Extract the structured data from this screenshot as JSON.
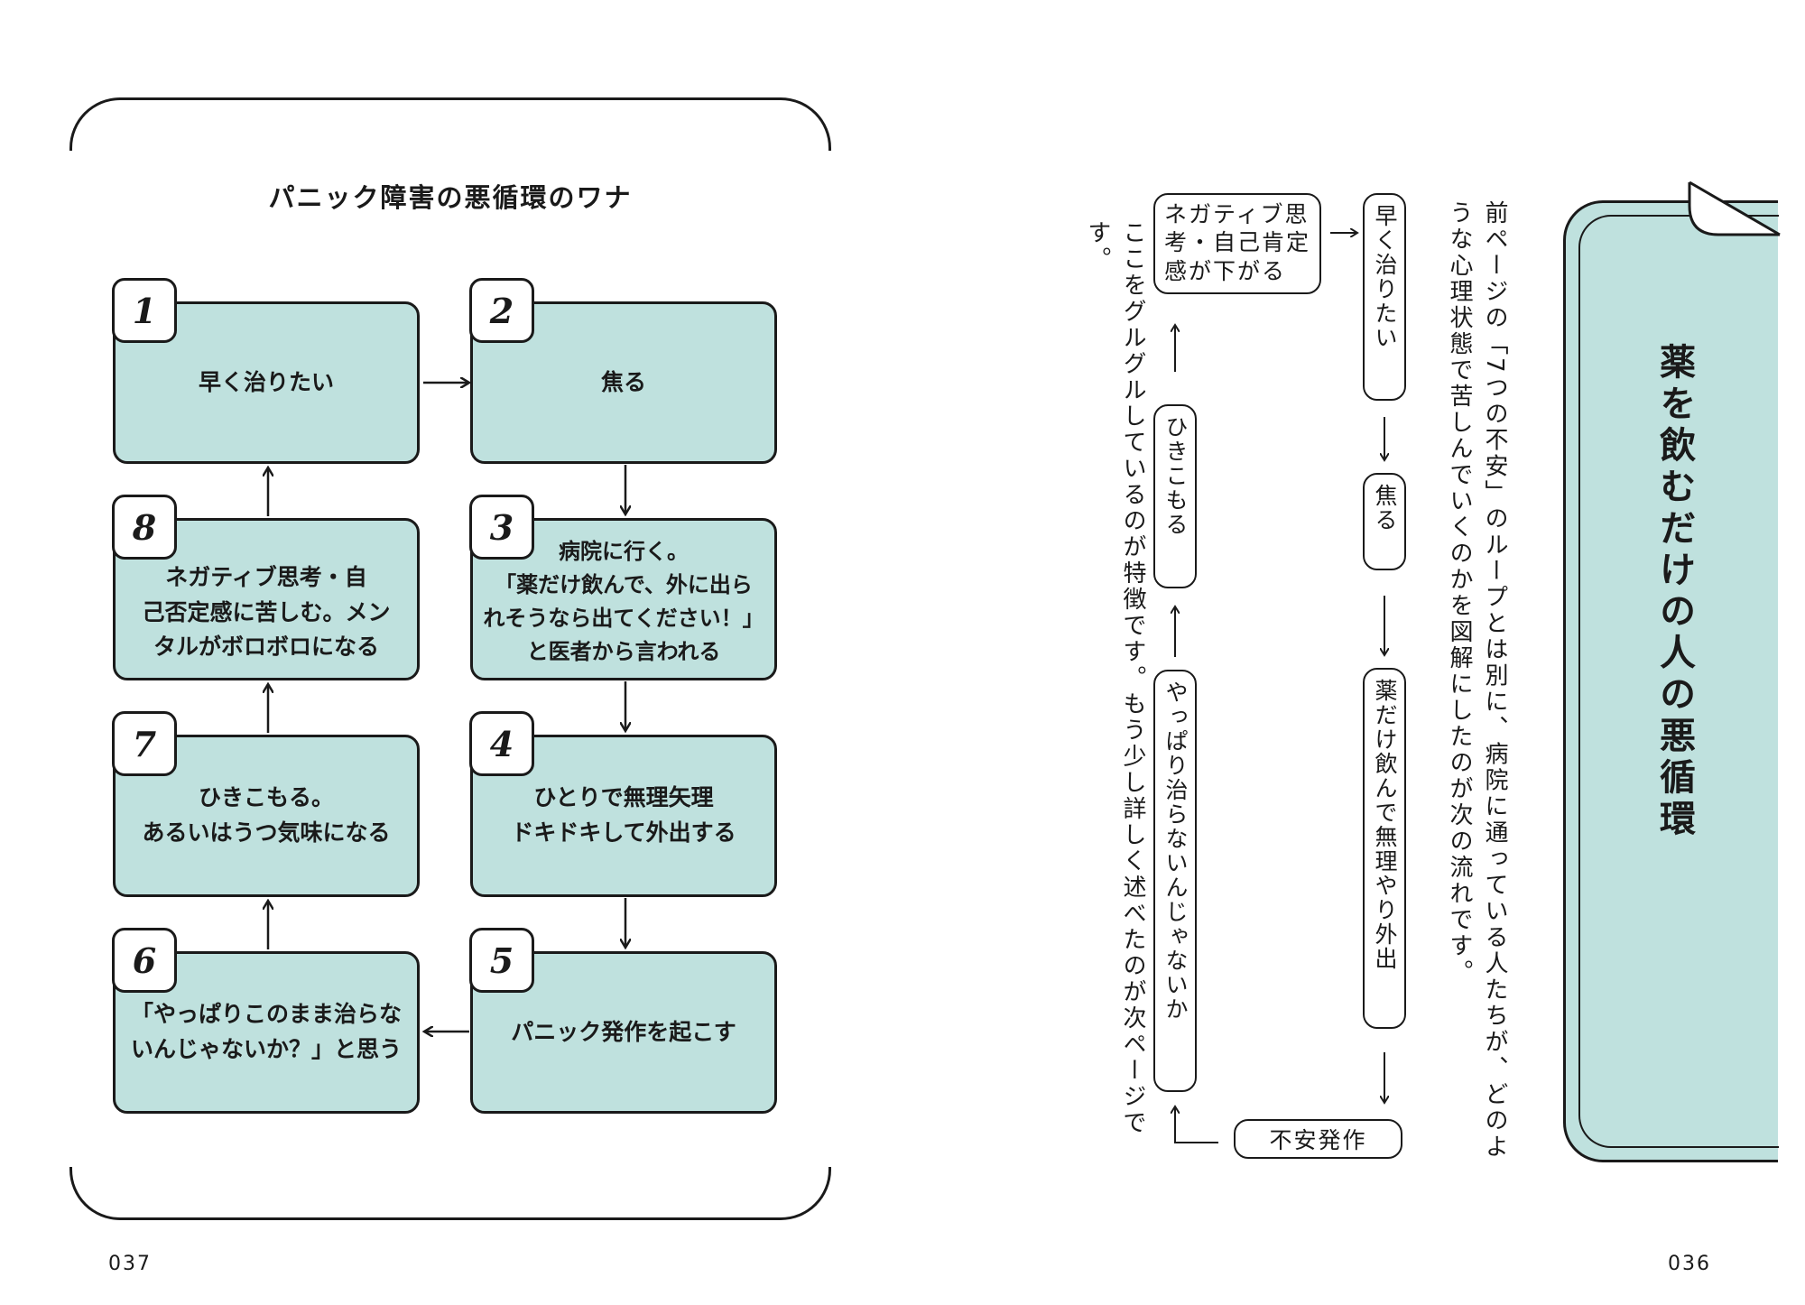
{
  "left_page": {
    "diagram_title": "パニック障害の悪循環のワナ",
    "steps": [
      {
        "num": "1",
        "text": "早く治りたい"
      },
      {
        "num": "2",
        "text": "焦る"
      },
      {
        "num": "3",
        "text": "病院に行く。\n「薬だけ飲んで、外に出ら\nれそうなら出てください！」\nと医者から言われる"
      },
      {
        "num": "4",
        "text": "ひとりで無理矢理\nドキドキして外出する"
      },
      {
        "num": "5",
        "text": "パニック発作を起こす"
      },
      {
        "num": "6",
        "text": "「やっぱりこのまま治らな\nいんじゃないか？」と思う"
      },
      {
        "num": "7",
        "text": "ひきこもる。\nあるいはうつ気味になる"
      },
      {
        "num": "8",
        "text": "ネガティブ思考・自\n己否定感に苦しむ。メン\nタルがボロボロになる"
      }
    ],
    "page_number": "037"
  },
  "right_page": {
    "chapter_title": "薬を飲むだけの人の悪循環",
    "paragraph_1": "前ページの「7つの不安」のループとは別に、病院に通っている人たちが、どのような心理状態で苦しんでいくのかを図解にしたのが次の流れです。",
    "loop": {
      "box_1": "早く治りたい",
      "box_2": "焦る",
      "box_3": "薬だけ飲んで無理やり外出",
      "box_4": "不安発作",
      "box_5": "やっぱり治らないんじゃないか",
      "box_6": "ひきこもる",
      "box_7": "ネガティブ思\n考・自己肯定\n感が下がる"
    },
    "paragraph_2": "ここをグルグルしているのが特徴です。もう少し詳しく述べたのが次ページです。",
    "page_number": "036"
  },
  "colors": {
    "box_fill": "#bfe1de",
    "line": "#1a1a1a"
  }
}
